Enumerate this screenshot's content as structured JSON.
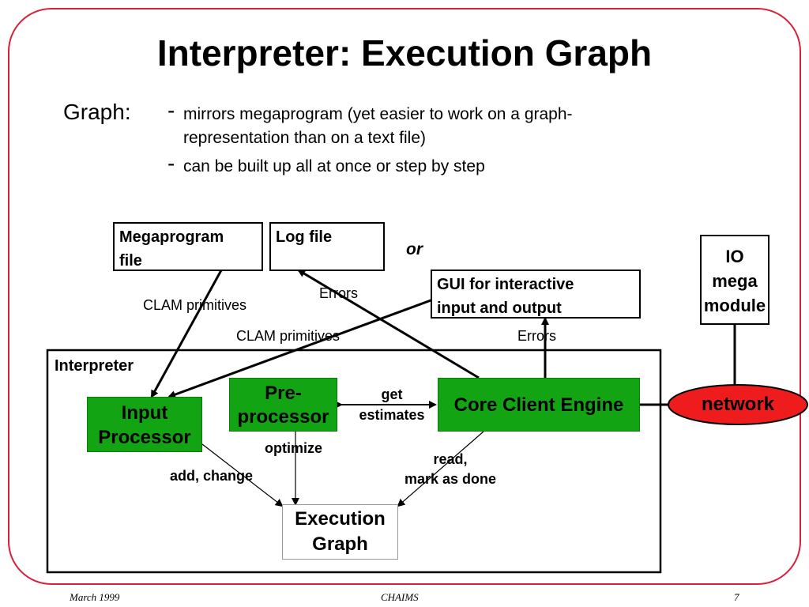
{
  "title": "Interpreter: Execution Graph",
  "intro": {
    "label": "Graph:",
    "bullets": [
      {
        "dash": "-",
        "line1": "mirrors megaprogram (yet easier to work on a graph-",
        "line2": "representation than on a text file)"
      },
      {
        "dash": "-",
        "line1": "can be built up all at once or step by step"
      }
    ]
  },
  "diagram": {
    "megaprogram_file": {
      "line1": "Megaprogram",
      "line2": "file"
    },
    "log_file": "Log file",
    "or": "or",
    "gui": {
      "line1": "GUI for interactive",
      "line2": "input and output"
    },
    "io_module": {
      "line1": "IO",
      "line2": "mega",
      "line3": "module"
    },
    "interpreter_label": "Interpreter",
    "input_processor": {
      "line1": "Input",
      "line2": "Processor"
    },
    "preprocessor": {
      "line1": "Pre-",
      "line2": "processor"
    },
    "core_client_engine": "Core Client Engine",
    "network": "network",
    "execution_graph": {
      "line1": "Execution",
      "line2": "Graph"
    },
    "labels": {
      "clam_primitives_1": "CLAM primitives",
      "clam_primitives_2": "CLAM primitives",
      "errors_1": "Errors",
      "errors_2": "Errors",
      "get_estimates": {
        "line1": "get",
        "line2": "estimates"
      },
      "optimize": "optimize",
      "add_change": "add, change",
      "read_mark": {
        "line1": "read,",
        "line2": "mark as done"
      }
    },
    "colors": {
      "module_green": "#12a412",
      "network_red": "#ee1c1c",
      "frame_red": "#d9203a"
    }
  },
  "footer": {
    "date": "March 1999",
    "center": "CHAIMS",
    "page": "7"
  }
}
